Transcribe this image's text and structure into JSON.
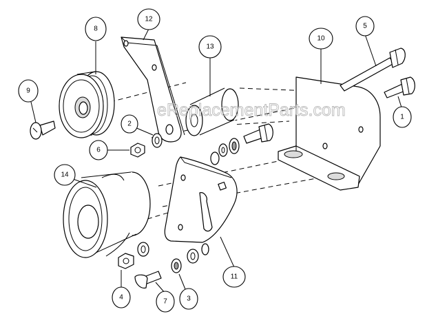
{
  "watermark": "eReplacementParts.com",
  "callouts": {
    "c1": "1",
    "c2": "2",
    "c3": "3",
    "c4": "4",
    "c5": "5",
    "c6": "6",
    "c7": "7",
    "c8": "8",
    "c9": "9",
    "c10": "10",
    "c11": "11",
    "c12": "12",
    "c13": "13",
    "c14": "14"
  }
}
